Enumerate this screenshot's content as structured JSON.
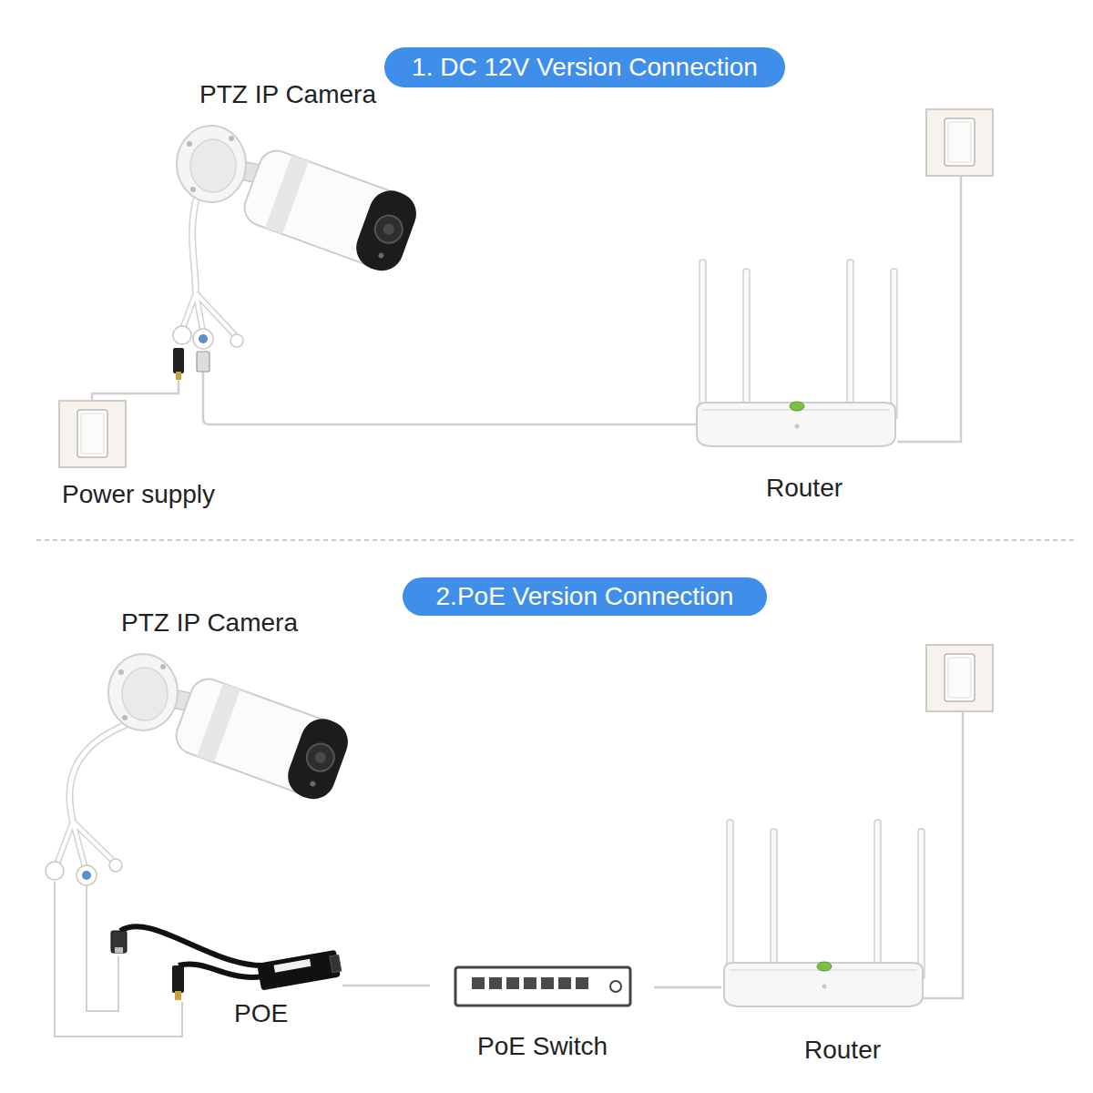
{
  "diagram": {
    "nodes": [
      {
        "text": [
          "1. DC 12V Version Connection"
        ]
      },
      {
        "text": [
          "2.PoE Version Connection"
        ]
      }
    ],
    "labels": [
      "PTZ IP Camera",
      "Power supply",
      "Router",
      "PTZ IP Camera",
      "POE",
      "PoE Switch",
      "Router"
    ]
  }
}
